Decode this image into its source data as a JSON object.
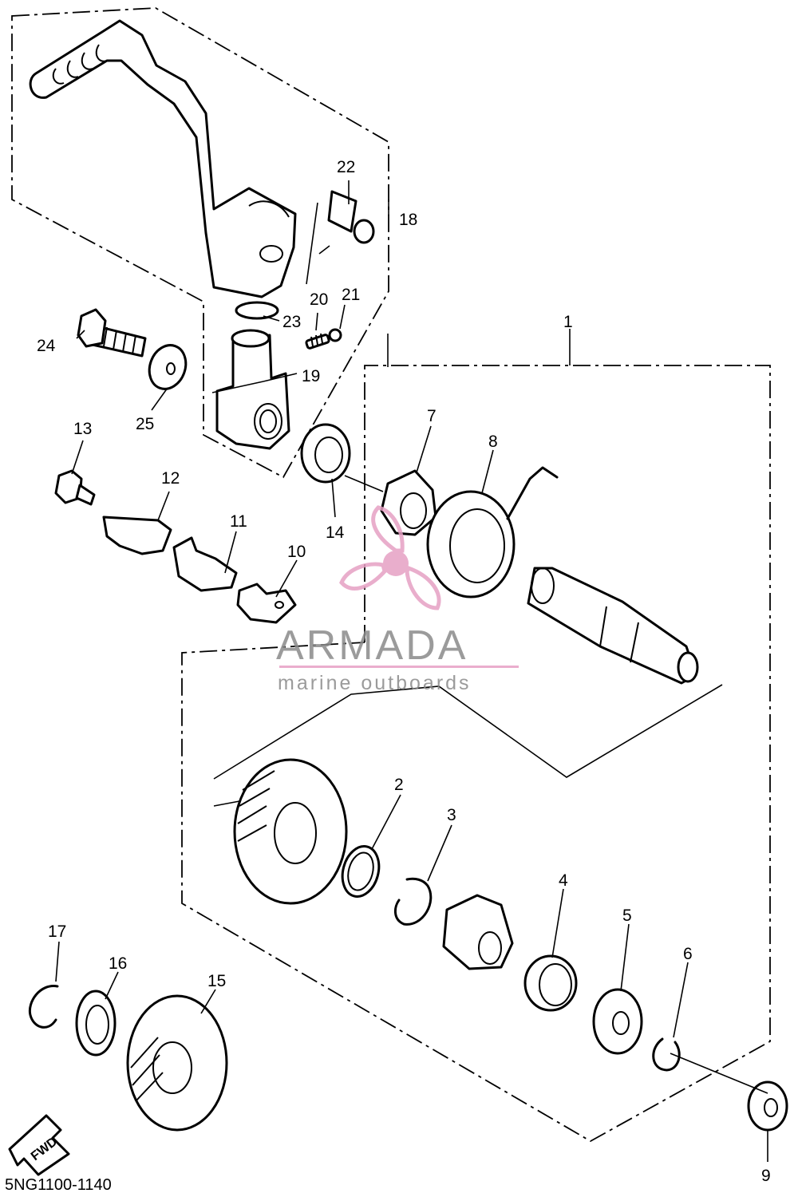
{
  "diagram_code": "5NG1100-1140",
  "fwd_label": "FWD",
  "watermark": {
    "brand": "ARMADA",
    "tagline": "marine outboards",
    "accent_color": "#e6a0c4",
    "text_color": "#8a8a8a"
  },
  "callouts": {
    "p1": "1",
    "p2": "2",
    "p3": "3",
    "p4": "4",
    "p5": "5",
    "p6": "6",
    "p7": "7",
    "p8": "8",
    "p9": "9",
    "p10": "10",
    "p11": "11",
    "p12": "12",
    "p13": "13",
    "p14": "14",
    "p15": "15",
    "p16": "16",
    "p17": "17",
    "p18": "18",
    "p19": "19",
    "p20": "20",
    "p21": "21",
    "p22": "22",
    "p23": "23",
    "p24": "24",
    "p25": "25"
  }
}
